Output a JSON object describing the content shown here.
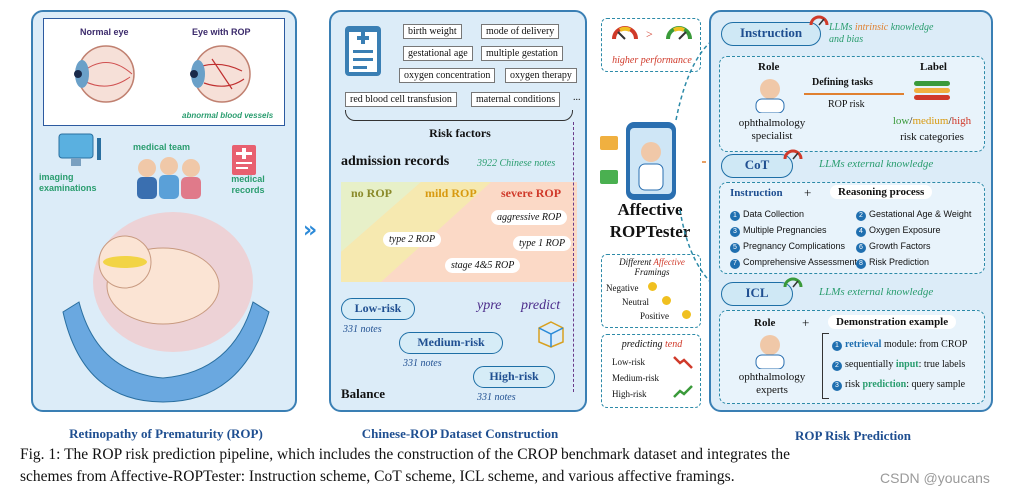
{
  "left_panel": {
    "normal_eye": "Normal eye",
    "eye_with_rop": "Eye with ROP",
    "abnormal_vessels": "abnormal blood vessels",
    "imaging": "imaging examinations",
    "medical_team": "medical team",
    "medical_records": "medical records",
    "caption": "Retinopathy of Prematurity (ROP)"
  },
  "middle_panel": {
    "risk_factors": [
      "birth weight",
      "mode of delivery",
      "gestational age",
      "multiple gestation",
      "oxygen concentration",
      "oxygen therapy",
      "red blood cell transfusion",
      "maternal conditions",
      "..."
    ],
    "risk_factors_title": "Risk factors",
    "admission_title": "admission records",
    "admission_notes": "3922 Chinese notes",
    "severity": {
      "no": "no ROP",
      "mild": "mild ROP",
      "severe": "severe ROP"
    },
    "types": [
      "aggressive ROP",
      "type 2 ROP",
      "type 1 ROP",
      "stage 4&5 ROP"
    ],
    "low_risk": "Low-risk",
    "low_notes": "331 notes",
    "ypre": "ypre",
    "predict": "predict",
    "medium_risk": "Medium-risk",
    "medium_notes": "331 notes",
    "high_risk": "High-risk",
    "high_notes": "331 notes",
    "balance": "Balance",
    "caption": "Chinese-ROP Dataset Construction"
  },
  "center": {
    "gt": ">",
    "higher_performance": "higher performance",
    "tester_name_1": "Affective",
    "tester_name_2": "ROPTester",
    "framings_title_1": "Different",
    "framings_title_2": "Affective",
    "framings_title_3": "Framings",
    "negative": "Negative",
    "neutral": "Neutral",
    "positive": "Positive",
    "predicting": "predicting",
    "tend": "tend",
    "tend_low": "Low-risk",
    "tend_medium": "Medium-risk",
    "tend_high": "High-risk"
  },
  "right_panel": {
    "instruction_label": "Instruction",
    "instruction_note_1": "LLMs",
    "instruction_note_2": "intrinsic",
    "instruction_note_3": "knowledge",
    "instruction_note_4": "and bias",
    "role": "Role",
    "defining_tasks": "Defining tasks",
    "label": "Label",
    "rop_risk": "ROP risk",
    "specialist": "ophthalmology specialist",
    "low": "low",
    "medium": "medium",
    "high": "high",
    "risk_categories": "risk categories",
    "cot_label": "CoT",
    "cot_note": "LLMs external knowledge",
    "cot_instruction": "Instruction",
    "plus": "+",
    "reasoning_process": "Reasoning process",
    "steps": [
      "Data Collection",
      "Gestational Age & Weight",
      "Multiple Pregnancies",
      "Oxygen Exposure",
      "Pregnancy Complications",
      "Growth Factors",
      "Comprehensive Assessment",
      "Risk Prediction"
    ],
    "icl_label": "ICL",
    "icl_note": "LLMs external knowledge",
    "icl_role": "Role",
    "demo_title": "Demonstration example",
    "experts": "ophthalmology experts",
    "demo_1a": "retrieval",
    "demo_1b": "module: from CROP",
    "demo_2a": "sequentially",
    "demo_2b": "input",
    "demo_2c": ": true labels",
    "demo_3a": "risk",
    "demo_3b": "prediction",
    "demo_3c": ": query sample",
    "caption": "ROP Risk Prediction"
  },
  "figure_caption_line1": "Fig. 1: The ROP risk prediction pipeline, which includes the construction of the CROP benchmark dataset and integrates the",
  "figure_caption_line2": "schemes from Affective-ROPTester: Instruction scheme, CoT scheme, ICL scheme, and various affective framings.",
  "watermark": "CSDN @youcans",
  "colors": {
    "panel_bg": "#dcecf8",
    "panel_border": "#3a7fb4",
    "title_blue": "#1f4f91",
    "accent_green": "#2a9d6f",
    "low": "#3a9a3a",
    "medium": "#d89a10",
    "high": "#d03a2a"
  }
}
